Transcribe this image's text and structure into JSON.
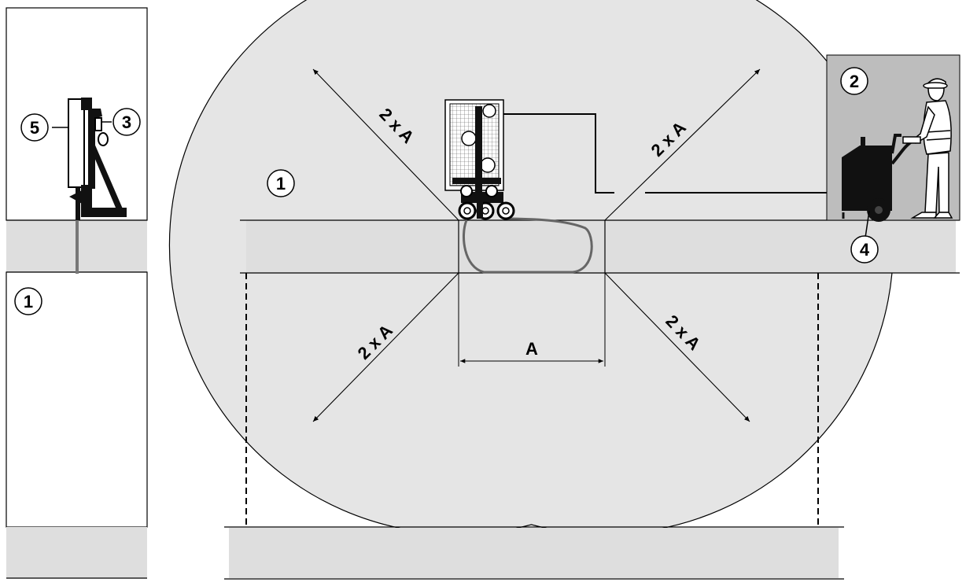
{
  "callouts": {
    "c1": "1",
    "c2": "2",
    "c3": "3",
    "c4": "4",
    "c5": "5"
  },
  "dimensions": {
    "diag_upper_left": "2 x A",
    "diag_upper_right": "2 x A",
    "diag_lower_left": "2 x A",
    "diag_lower_right": "2 x A",
    "width": "A"
  },
  "colors": {
    "zone_fill": "#e5e5e5",
    "operator_area": "#bdbdbd",
    "wall_fill": "#dedede",
    "line": "#000000",
    "wire": "#666666"
  }
}
